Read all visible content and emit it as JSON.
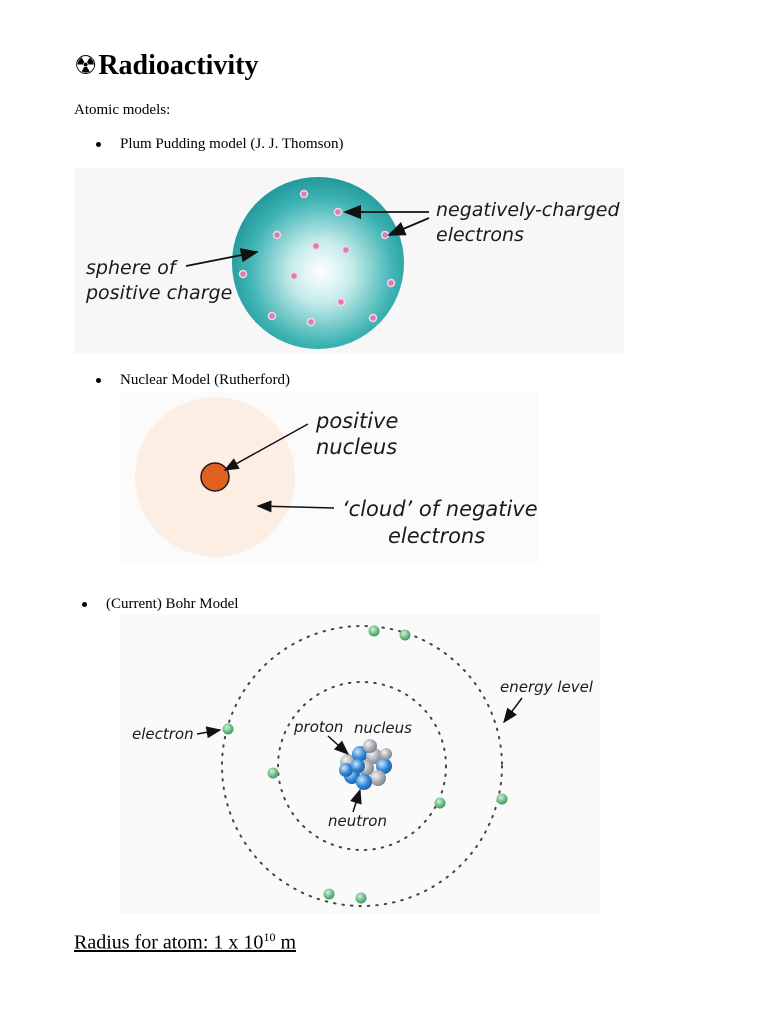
{
  "page": {
    "title": "Radioactivity",
    "title_icon": "radioactive-icon",
    "subtitle": "Atomic models:"
  },
  "models": [
    {
      "label": "Plum Pudding model (J. J. Thomson)",
      "figure": {
        "label_electrons_line1": "negatively-charged",
        "label_electrons_line2": "electrons",
        "label_sphere_line1": "sphere of",
        "label_sphere_line2": "positive charge"
      }
    },
    {
      "label": "Nuclear Model (Rutherford)",
      "figure": {
        "label_nucleus_line1": "positive",
        "label_nucleus_line2": "nucleus",
        "label_cloud_line1": "‘cloud’ of negative",
        "label_cloud_line2": "electrons"
      }
    },
    {
      "label": "(Current) Bohr Model",
      "figure": {
        "label_energy": "energy level",
        "label_electron": "electron",
        "label_proton": "proton",
        "label_nucleus": "nucleus",
        "label_neutron": "neutron"
      }
    }
  ],
  "radius": {
    "text": "Radius for atom: 1 x 10",
    "exponent": "10",
    "unit": " m"
  },
  "colors": {
    "sphere": "#1f9ea3",
    "electron_pink": "#d77fb2",
    "rutherford_cloud": "#fdeee4",
    "rutherford_nucleus": "#e0611f",
    "bohr_electron": "#6fbf87"
  }
}
